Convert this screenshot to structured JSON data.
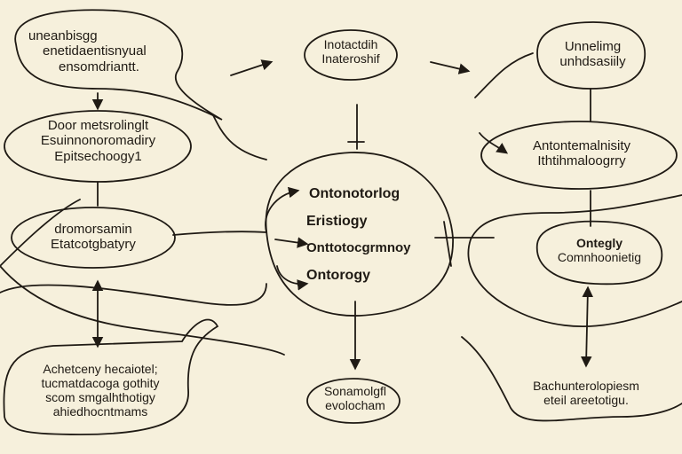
{
  "diagram": {
    "nodes": {
      "top_left": {
        "lines": [
          "uneanbisgg",
          "enetidaentisnyual",
          "ensomdriantt."
        ]
      },
      "mid_left_upper": {
        "lines": [
          "Door  metsrolinglt",
          "Esuinnonoromadiry",
          "Epitsechoogy1"
        ]
      },
      "mid_left_lower": {
        "lines": [
          "dromorsamin",
          "Etatcotgbatyry"
        ]
      },
      "bottom_left": {
        "lines": [
          "Achetceny hecaiotel;",
          "tucmatdacoga gothity",
          "scom smgalhthotigy",
          "ahiedhocntmams"
        ]
      },
      "top_center": {
        "lines": [
          "Inotactdih",
          "Inateroshif"
        ]
      },
      "center": {
        "lines": [
          "Ontonotorlog",
          "Eristiogy",
          "Onttotocgrmnoy",
          "Ontorogy"
        ]
      },
      "bottom_center": {
        "lines": [
          "Sonamolgfl",
          "evolocham"
        ]
      },
      "top_right": {
        "lines": [
          "Unnelimg",
          "unhdsasiily"
        ]
      },
      "mid_right_upper": {
        "lines": [
          "Antontemalnisity",
          "Ithtihmaloogrry"
        ]
      },
      "mid_right_lower": {
        "lines": [
          "Ontegly",
          "Comnhoonietig"
        ]
      },
      "bottom_right": {
        "lines": [
          "Bachunterolopiesm",
          "eteil  areetotigu."
        ]
      }
    },
    "colors": {
      "background": "#f6f0dc",
      "ink": "#1f1a14"
    }
  }
}
